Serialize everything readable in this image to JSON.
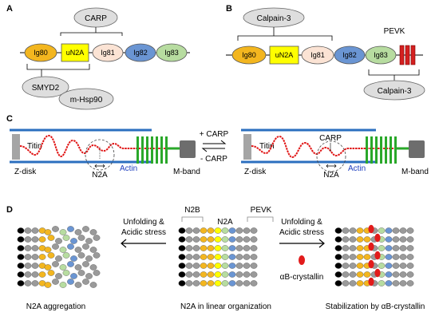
{
  "colors": {
    "ig80": "#f3b61f",
    "un2a": "#ffff00",
    "ig81": "#fbe3d4",
    "ig82": "#6a95d3",
    "ig83": "#b7dca0",
    "oval": "#dedede",
    "pevk": "#d42020",
    "filament": "#2b6fbf",
    "titin_string": "#e01515",
    "actin_bar": "#2aa82a",
    "zdisk": "#a5a5a5",
    "mband": "#6d6d6d",
    "black_bead": "#000000",
    "gray_bead": "#9a9a9a",
    "crystallin": "#e21b1b"
  },
  "panel_a": {
    "letter": "A",
    "carp": "CARP",
    "ig80": "Ig80",
    "un2a": "uN2A",
    "ig81": "Ig81",
    "ig82": "Ig82",
    "ig83": "Ig83",
    "smyd2": "SMYD2",
    "hsp90": "m-Hsp90"
  },
  "panel_b": {
    "letter": "B",
    "calpain_top": "Calpain-3",
    "pevk": "PEVK",
    "ig80": "Ig80",
    "un2a": "uN2A",
    "ig81": "Ig81",
    "ig82": "Ig82",
    "ig83": "Ig83",
    "calpain_bottom": "Calpain-3"
  },
  "panel_c": {
    "letter": "C",
    "left": {
      "titin": "Titin",
      "zdisk": "Z-disk",
      "actin": "Actin",
      "mband": "M-band",
      "n2a": "N2A"
    },
    "plus_carp": "+ CARP",
    "minus_carp": "- CARP",
    "right": {
      "titin": "Titin",
      "carp": "CARP",
      "zdisk": "Z-disk",
      "actin": "Actin",
      "mband": "M-band",
      "n2a": "N2A"
    }
  },
  "panel_d": {
    "letter": "D",
    "n2b": "N2B",
    "n2a": "N2A",
    "pevk": "PEVK",
    "left_arrow_1": "Unfolding &",
    "left_arrow_2": "Acidic stress",
    "right_arrow_1": "Unfolding &",
    "right_arrow_2": "Acidic stress",
    "crystallin": "αB-crystallin",
    "caption_left": "N2A aggregation",
    "caption_mid": "N2A in linear organization",
    "caption_right": "Stabilization by αB-crystallin"
  }
}
